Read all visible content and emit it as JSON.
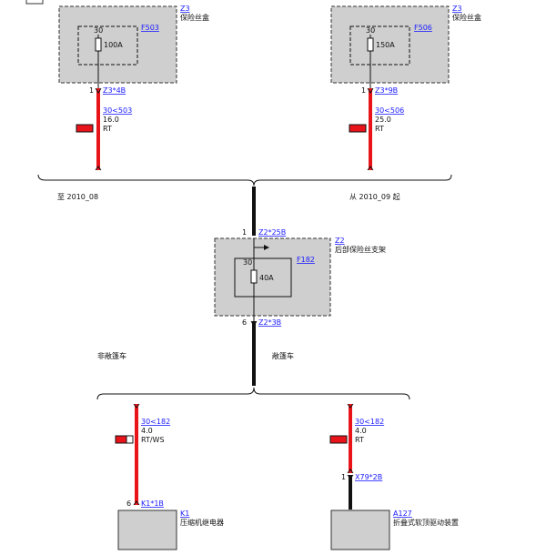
{
  "colors": {
    "red_wire": "#e8141a",
    "black_wire": "#111111",
    "box_fill": "#cfcfcf",
    "link": "#1a1aff"
  },
  "fuse_box_left": {
    "id": "Z3",
    "name": "保险丝盒",
    "fuse_id": "F503",
    "terminal": "30",
    "rating": "100A",
    "pin": "1",
    "connector": "Z3*4B"
  },
  "fuse_box_right": {
    "id": "Z3",
    "name": "保险丝盒",
    "fuse_id": "F506",
    "terminal": "30",
    "rating": "150A",
    "pin": "1",
    "connector": "Z3*9B"
  },
  "wire_left": {
    "ref": "30<503",
    "gauge": "16.0",
    "color": "RT"
  },
  "wire_right": {
    "ref": "30<506",
    "gauge": "25.0",
    "color": "RT"
  },
  "variant_left": "至 2010_08",
  "variant_right": "从 2010_09 起",
  "rear_fuse": {
    "id": "Z2",
    "name": "后部保险丝支架",
    "fuse_id": "F182",
    "terminal": "30",
    "rating": "40A",
    "pin_in": "1",
    "connector_in": "Z2*25B",
    "pin_out": "6",
    "connector_out": "Z2*3B"
  },
  "branch_left_label": "非敞篷车",
  "branch_right_label": "敞篷车",
  "wire_k1": {
    "ref": "30<182",
    "gauge": "4.0",
    "color": "RT/WS"
  },
  "wire_a127": {
    "ref": "30<182",
    "gauge": "4.0",
    "color": "RT"
  },
  "k1": {
    "id": "K1",
    "name": "压缩机继电器",
    "pin": "6",
    "connector": "K1*1B"
  },
  "a127": {
    "id": "A127",
    "name": "折叠式软顶驱动装置",
    "pin": "1",
    "connector": "X79*2B"
  }
}
